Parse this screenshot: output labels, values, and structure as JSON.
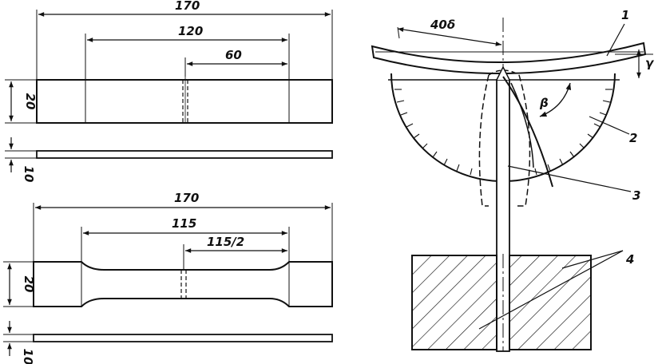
{
  "specimen_flat": {
    "total_length": "170",
    "gauge_length": "120",
    "half_length": "60",
    "width": "20",
    "thickness": "10"
  },
  "specimen_dogbone": {
    "total_length": "170",
    "gauge_length": "115",
    "half_length": "115/2",
    "width": "20",
    "thickness": "10"
  },
  "bend_fixture": {
    "arm_length_label": "40δ",
    "deflection_label": "γ",
    "angle_label": "β",
    "part_labels": [
      "1",
      "2",
      "3",
      "4"
    ]
  }
}
